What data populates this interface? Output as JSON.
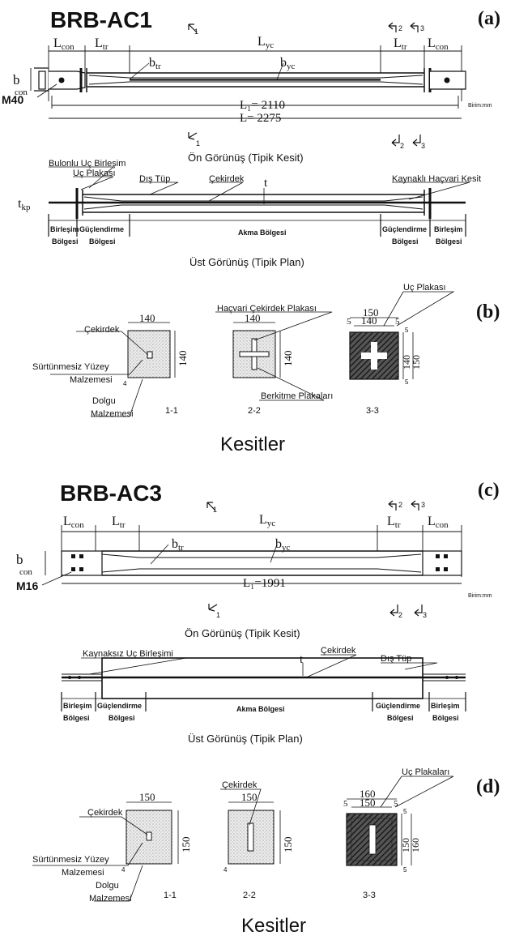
{
  "panel_a": {
    "tag": "(a)",
    "title": "BRB-AC1",
    "dims": {
      "L_con_left": "L",
      "L_con_left_sub": "con",
      "L_tr_left": "L",
      "L_tr_left_sub": "tr",
      "L_yc": "L",
      "L_yc_sub": "yc",
      "L_tr_right": "L",
      "L_tr_right_sub": "tr",
      "L_con_right": "L",
      "L_con_right_sub": "con",
      "b_tr": "b",
      "b_tr_sub": "tr",
      "b_yc": "b",
      "b_yc_sub": "yc",
      "b_con": "b",
      "b_con_sub": "con",
      "L1": "L₁= 2110",
      "L": "L= 2275",
      "bolt": "M40",
      "unit": "Birim:mm"
    },
    "section_marks": [
      "1",
      "2",
      "3"
    ],
    "front_caption": "Ön Görünüş (Tipik Kesit)",
    "plan": {
      "bolted_end": "Bulonlu Uç Birleşim",
      "end_plate": "Uç Plakası",
      "outer_tube": "Dış Tüp",
      "core": "Çekirdek",
      "welded_cross": "Kaynaklı Haçvari Kesit",
      "t_kp": "t",
      "t_kp_sub": "kp",
      "t": "t",
      "connection_zone": [
        "Birleşim",
        "Bölgesi"
      ],
      "strengthening_zone": [
        "Güçlendirme",
        "Bölgesi"
      ],
      "yield_zone": "Akma Bölgesi"
    },
    "plan_caption": "Üst Görünüş (Tipik Plan)"
  },
  "panel_b": {
    "tag": "(b)",
    "cross_core_plate": "Haçvari Çekirdek Plakası",
    "end_plate": "Uç Plakası",
    "core": "Çekirdek",
    "frictionless": [
      "Sürtünmesiz Yüzey",
      "Malzemesi"
    ],
    "fill": [
      "Dolgu",
      "Malzemesi"
    ],
    "stiffeners": "Berkitme Plakaları",
    "d140": "140",
    "d150": "150",
    "d5": "5",
    "d4": "4",
    "labels": [
      "1-1",
      "2-2",
      "3-3"
    ],
    "caption": "Kesitler"
  },
  "panel_c": {
    "tag": "(c)",
    "title": "BRB-AC3",
    "dims": {
      "L1": "L₁=1991",
      "bolt": "M16",
      "unit": "Birim:mm"
    },
    "front_caption": "Ön Görünüş (Tipik Kesit)",
    "plan": {
      "unwelded_end": "Kaynaksız Uç Birleşimi",
      "core": "Çekirdek",
      "outer_tube": "Dış Tüp",
      "t": "t"
    },
    "plan_caption": "Üst Görünüş (Tipik Plan)"
  },
  "panel_d": {
    "tag": "(d)",
    "end_plates": "Uç Plakaları",
    "core": "Çekirdek",
    "frictionless": [
      "Sürtünmesiz Yüzey",
      "Malzemesi"
    ],
    "fill": [
      "Dolgu",
      "Malzemesi"
    ],
    "d150": "150",
    "d160": "160",
    "d5": "5",
    "d4": "4",
    "labels": [
      "1-1",
      "2-2",
      "3-3"
    ],
    "caption": "Kesitler"
  },
  "colors": {
    "ink": "#111111",
    "hatch": "#2a2a2a",
    "paper": "#ffffff"
  }
}
